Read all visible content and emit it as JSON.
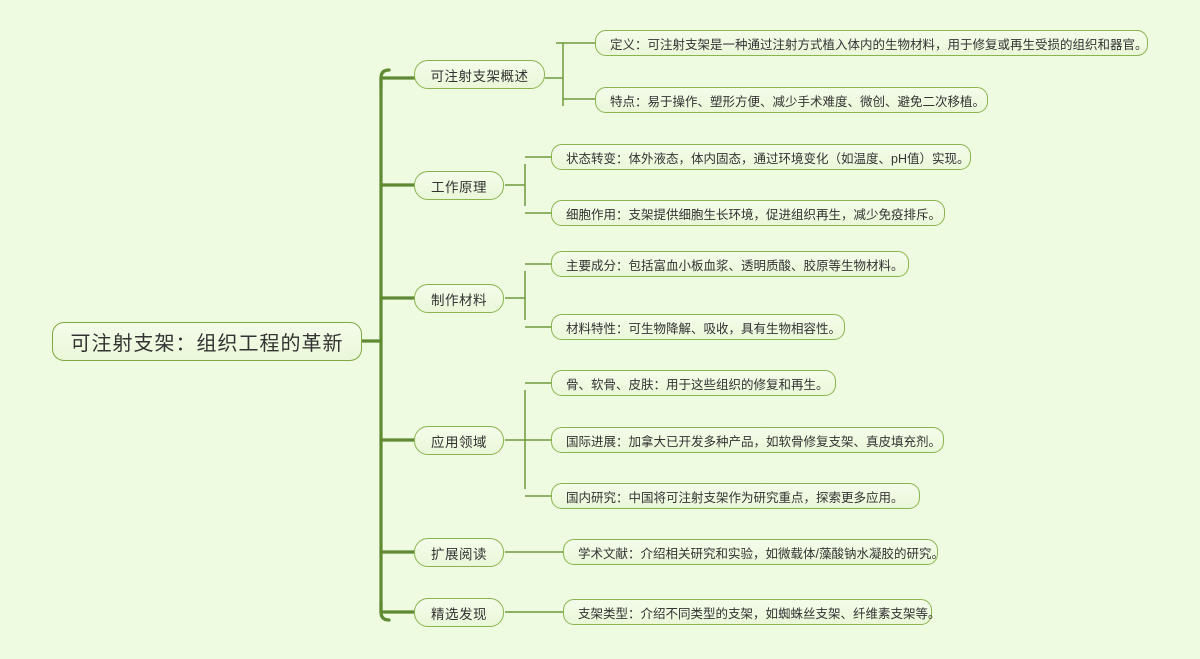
{
  "diagram": {
    "type": "mindmap",
    "background_color": "#eefbe0",
    "line_color": "#5f8a33",
    "node_border_color": "#8ab44f",
    "node_fill_color": "#f1faE4",
    "text_color": "#333333",
    "root": {
      "label": "可注射支架：组织工程的革新"
    },
    "branches": [
      {
        "label": "可注射支架概述",
        "children": [
          {
            "label": "定义：可注射支架是一种通过注射方式植入体内的生物材料，用于修复或再生受损的组织和器官。"
          },
          {
            "label": "特点：易于操作、塑形方便、减少手术难度、微创、避免二次移植。"
          }
        ]
      },
      {
        "label": "工作原理",
        "children": [
          {
            "label": "状态转变：体外液态，体内固态，通过环境变化（如温度、pH值）实现。"
          },
          {
            "label": "细胞作用：支架提供细胞生长环境，促进组织再生，减少免疫排斥。"
          }
        ]
      },
      {
        "label": "制作材料",
        "children": [
          {
            "label": "主要成分：包括富血小板血浆、透明质酸、胶原等生物材料。"
          },
          {
            "label": "材料特性：可生物降解、吸收，具有生物相容性。"
          }
        ]
      },
      {
        "label": "应用领域",
        "children": [
          {
            "label": "骨、软骨、皮肤：用于这些组织的修复和再生。"
          },
          {
            "label": "国际进展：加拿大已开发多种产品，如软骨修复支架、真皮填充剂。"
          },
          {
            "label": "国内研究：中国将可注射支架作为研究重点，探索更多应用。"
          }
        ]
      },
      {
        "label": "扩展阅读",
        "children": [
          {
            "label": "学术文献：介绍相关研究和实验，如微载体/藻酸钠水凝胶的研究。"
          }
        ]
      },
      {
        "label": "精选发现",
        "children": [
          {
            "label": "支架类型：介绍不同类型的支架，如蜘蛛丝支架、纤维素支架等。"
          }
        ]
      }
    ]
  }
}
